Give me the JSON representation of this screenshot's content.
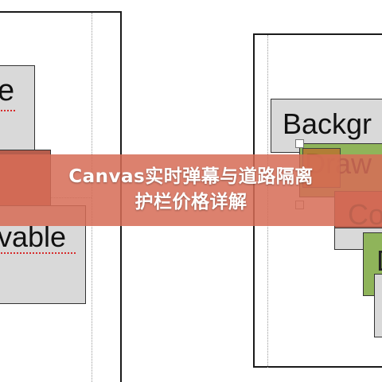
{
  "banner": {
    "title_line1": "Canvas实时弹幕与道路隔离",
    "title_line2": "护栏价格详解"
  },
  "left_diagram": {
    "box_top_text": "e",
    "box_bottom_text": "vable"
  },
  "right_diagram": {
    "box_background_text": "Backgr",
    "box_drawable_text": "Draw",
    "box_co_text": "Co",
    "box_d_text": "D"
  },
  "colors": {
    "banner": "#d66c56",
    "gray_box": "#d9d9d9",
    "red_box": "#b65e4d",
    "green_box": "#8fb45a",
    "orange_box": "#b77530"
  }
}
